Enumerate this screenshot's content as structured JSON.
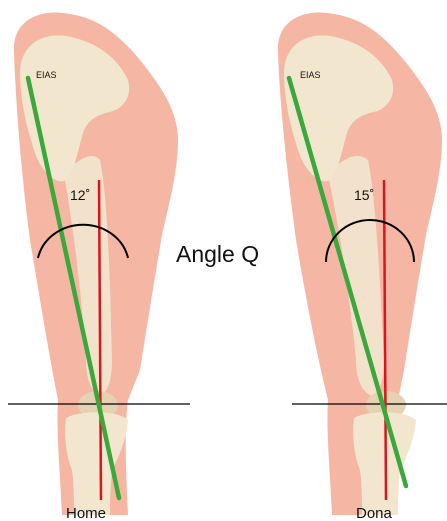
{
  "title": "Angle Q",
  "landmark_label": "EIAS",
  "panels": [
    {
      "caption": "Home",
      "angle_label": "12˚",
      "angle_deg": 12
    },
    {
      "caption": "Dona",
      "angle_label": "15˚",
      "angle_deg": 15
    }
  ],
  "colors": {
    "skin": "#f5b7a3",
    "skin_dark": "#e79c87",
    "bone": "#f2e6cf",
    "bone_shadow": "#e4d2b2",
    "q_line": "#3aa83a",
    "vertical_line": "#d8161c",
    "arc": "#000000",
    "horizontal_line": "#000000"
  }
}
